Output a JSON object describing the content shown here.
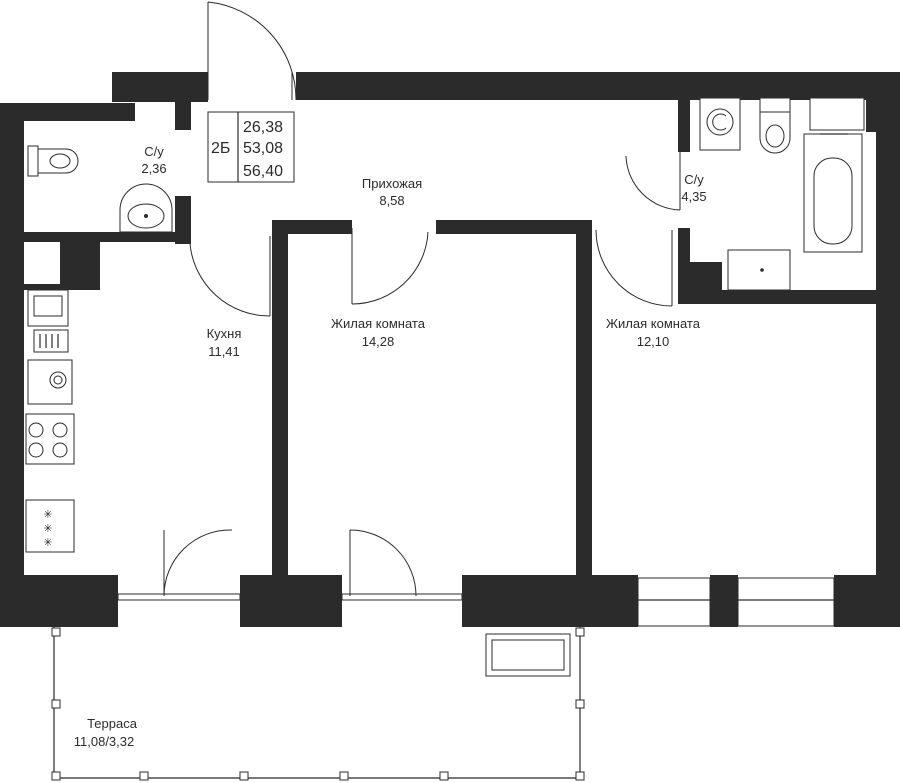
{
  "apartment": {
    "type": "2Б",
    "area_living": "26,38",
    "area_total": "53,08",
    "area_full": "56,40"
  },
  "rooms": {
    "wc_left": {
      "name": "С/у",
      "area": "2,36"
    },
    "hallway": {
      "name": "Прихожая",
      "area": "8,58"
    },
    "wc_right": {
      "name": "С/у",
      "area": "4,35"
    },
    "kitchen": {
      "name": "Кухня",
      "area": "11,41"
    },
    "living1": {
      "name": "Жилая комната",
      "area": "14,28"
    },
    "living2": {
      "name": "Жилая комната",
      "area": "12,10"
    },
    "terrace": {
      "name": "Терраса",
      "area": "11,08/3,32"
    }
  },
  "fixtures": [
    "toilet-icon",
    "sink-icon",
    "washing-machine-icon",
    "bathtub-icon",
    "stove-icon",
    "kitchen-sink-icon"
  ]
}
